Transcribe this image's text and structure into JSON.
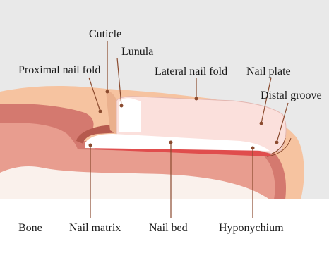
{
  "labels": {
    "cuticle": "Cuticle",
    "lunula": "Lunula",
    "proximal_nail_fold": "Proximal nail fold",
    "lateral_nail_fold": "Lateral nail fold",
    "nail_plate": "Nail plate",
    "distal_groove": "Distal groove",
    "bone": "Bone",
    "nail_matrix": "Nail matrix",
    "nail_bed": "Nail bed",
    "hyponychium": "Hyponychium"
  },
  "colors": {
    "background": "#e9e9e9",
    "skin": "#f6c3a0",
    "dermis": "#d4796f",
    "deep_tissue": "#e89d8f",
    "bone": "#faf1ec",
    "nail_plate": "#fbe0dc",
    "lunula": "#ffffff",
    "nail_bed": "#e04d4d",
    "leader_line": "#8a4a2e"
  }
}
